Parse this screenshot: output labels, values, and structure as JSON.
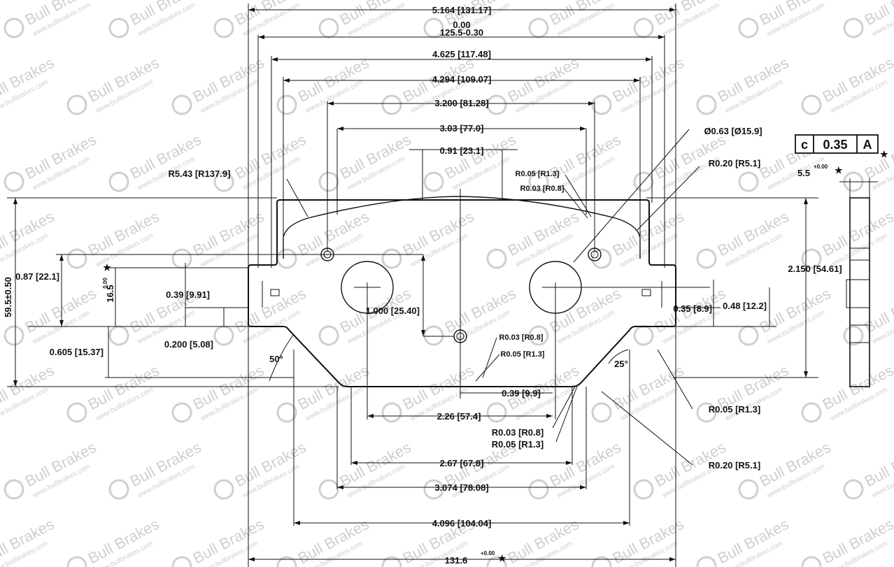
{
  "brand": {
    "watermark_name": "Bull Brakes",
    "watermark_url": "www.bullbrakes.com"
  },
  "dims": {
    "overall_width": "5.164 [131.17]",
    "tol_top": "0.00",
    "nominal_width": "125.5-0.30",
    "w_4825": "4.625 [117.48]",
    "w_4294": "4.294 [109.07]",
    "w_3200": "3.200 [81.28]",
    "w_303": "3.03 [77.0]",
    "w_091": "0.91 [23.1]",
    "r_543": "R5.43 [R137.9]",
    "r_005_top": "R0.05 [R1.3]",
    "r_003_top": "R0.03 [R0.8]",
    "dia_063": "Ø0.63 [Ø15.9]",
    "r_020_top": "R0.20 [R5.1]",
    "gdt_sym": "c",
    "gdt_val": "0.35",
    "gdt_ref": "A",
    "thickness": "5.5",
    "thickness_tol": "+0.00",
    "height_overall": "59.5±0.50",
    "h_2150": "2.150 [54.61]",
    "h_087": "0.87 [22.1]",
    "h_165": "16.5",
    "h_165_tol": "0.00",
    "h_039": "0.39 [9.91]",
    "h_0200": "0.200 [5.08]",
    "h_0605": "0.605 [15.37]",
    "h_1000": "1.000 [25.40]",
    "h_035": "0.35 [8.9]",
    "h_048": "0.48 [12.2]",
    "angle_50": "50°",
    "angle_25": "25°",
    "r_003_mid": "R0.03 [R0.8]",
    "r_005_mid": "R0.05 [R1.3]",
    "w_039": "0.39 [9.9]",
    "w_226": "2.26 [57.4]",
    "r_003_low": "R0.03 [R0.8]",
    "r_005_low": "R0.05 [R1.3]",
    "r_005_right": "R0.05 [R1.3]",
    "w_267": "2.67 [67.8]",
    "r_020_bot": "R0.20 [R5.1]",
    "w_3074": "3.074 [78.08]",
    "w_4096": "4.096 [104.04]",
    "bottom_width": "131.6",
    "bottom_tol": "+0.00",
    "star": "★"
  }
}
